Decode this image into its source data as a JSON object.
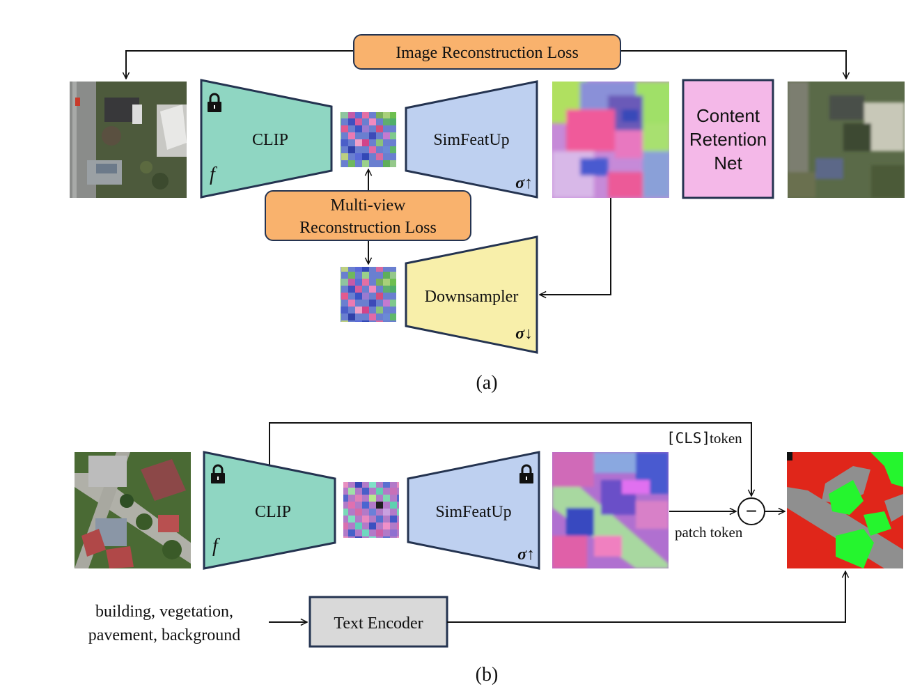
{
  "panel_a": {
    "caption": "(a)",
    "image_loss": "Image Reconstruction Loss",
    "mv_loss_line1": "Multi-view",
    "mv_loss_line2": "Reconstruction Loss",
    "clip": "CLIP",
    "clip_symbol": "f",
    "simfeatup": "SimFeatUp",
    "simfeatup_symbol": "σ↑",
    "downsampler": "Downsampler",
    "downsampler_symbol": "σ↓",
    "crn_line1": "Content",
    "crn_line2": "Retention",
    "crn_line3": "Net"
  },
  "panel_b": {
    "caption": "(b)",
    "clip": "CLIP",
    "clip_symbol": "f",
    "simfeatup": "SimFeatUp",
    "simfeatup_symbol": "σ↑",
    "cls_code": "[CLS]",
    "cls_word": "token",
    "patch_token": "patch token",
    "minus": "−",
    "text_encoder": "Text Encoder",
    "classes_line1": "building, vegetation,",
    "classes_line2": "pavement, background"
  },
  "colors": {
    "clip_fill": "#8fd6c2",
    "simfeatup_fill": "#bed0f0",
    "downsampler_fill": "#f8efaa",
    "loss_fill": "#f9b26d",
    "crn_fill": "#f4b8e8",
    "text_encoder_fill": "#d9d9d9",
    "stroke": "#243350",
    "seg_building": "#e0261a",
    "seg_vegetation": "#25f52e",
    "seg_pavement": "#8f8f8f"
  }
}
